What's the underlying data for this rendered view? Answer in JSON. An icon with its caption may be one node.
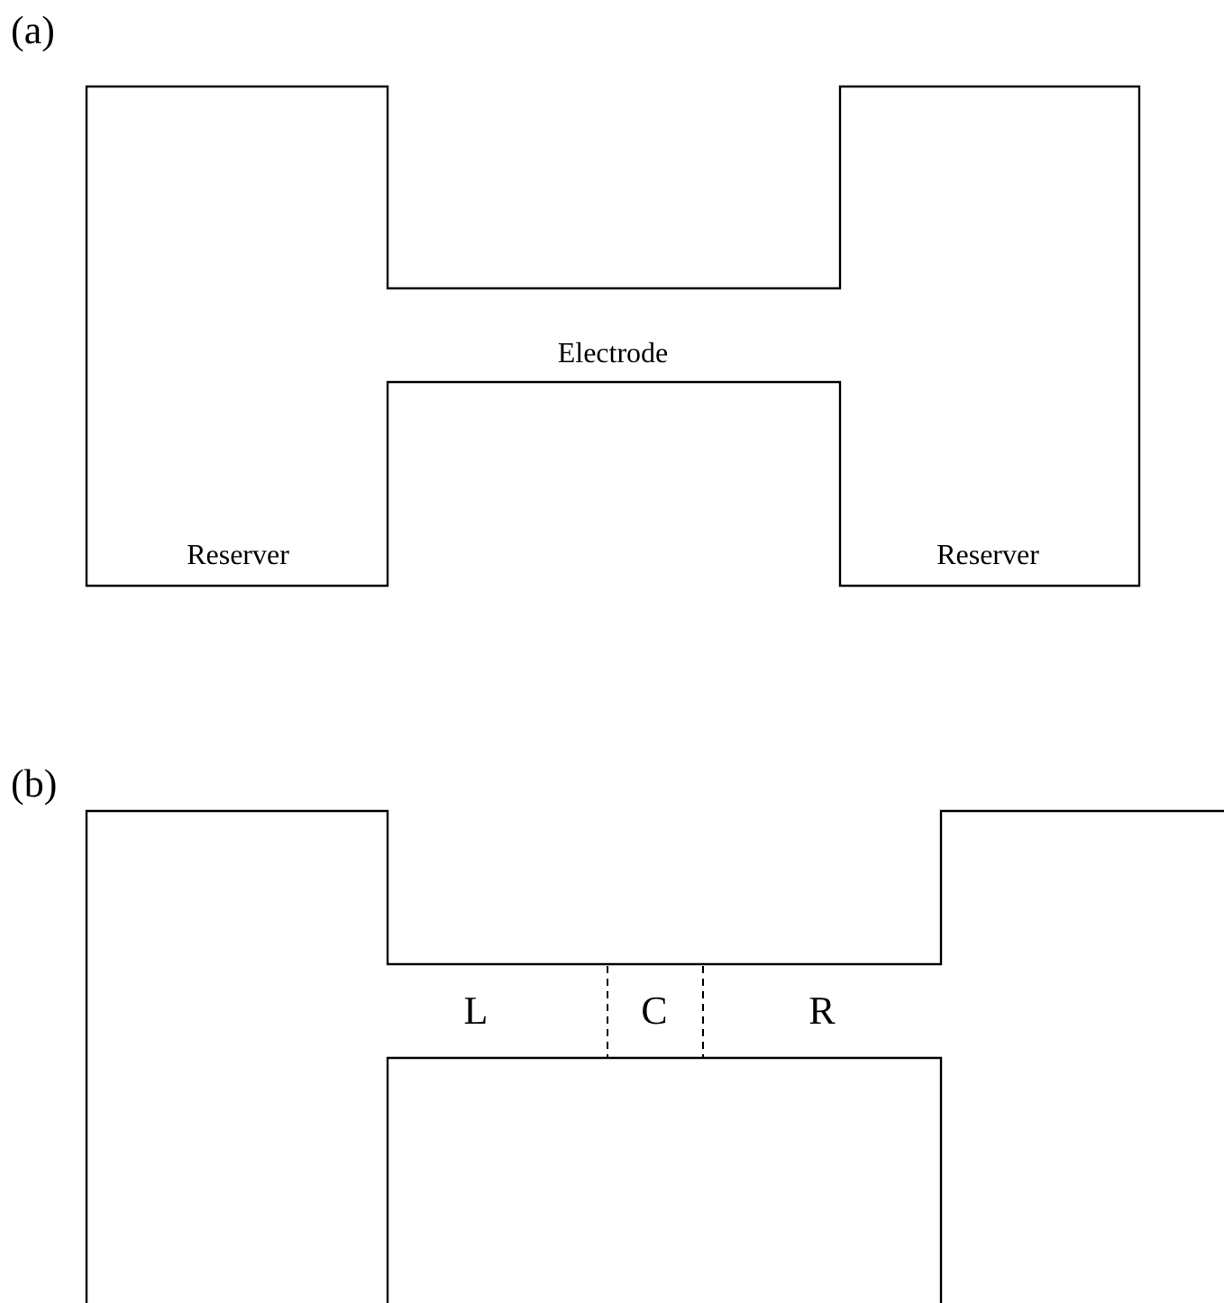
{
  "diagram": {
    "labels": [
      "(a)",
      "Electrode",
      "Reserver",
      "Reserver",
      "(b)",
      "L",
      "C",
      "R"
    ]
  }
}
